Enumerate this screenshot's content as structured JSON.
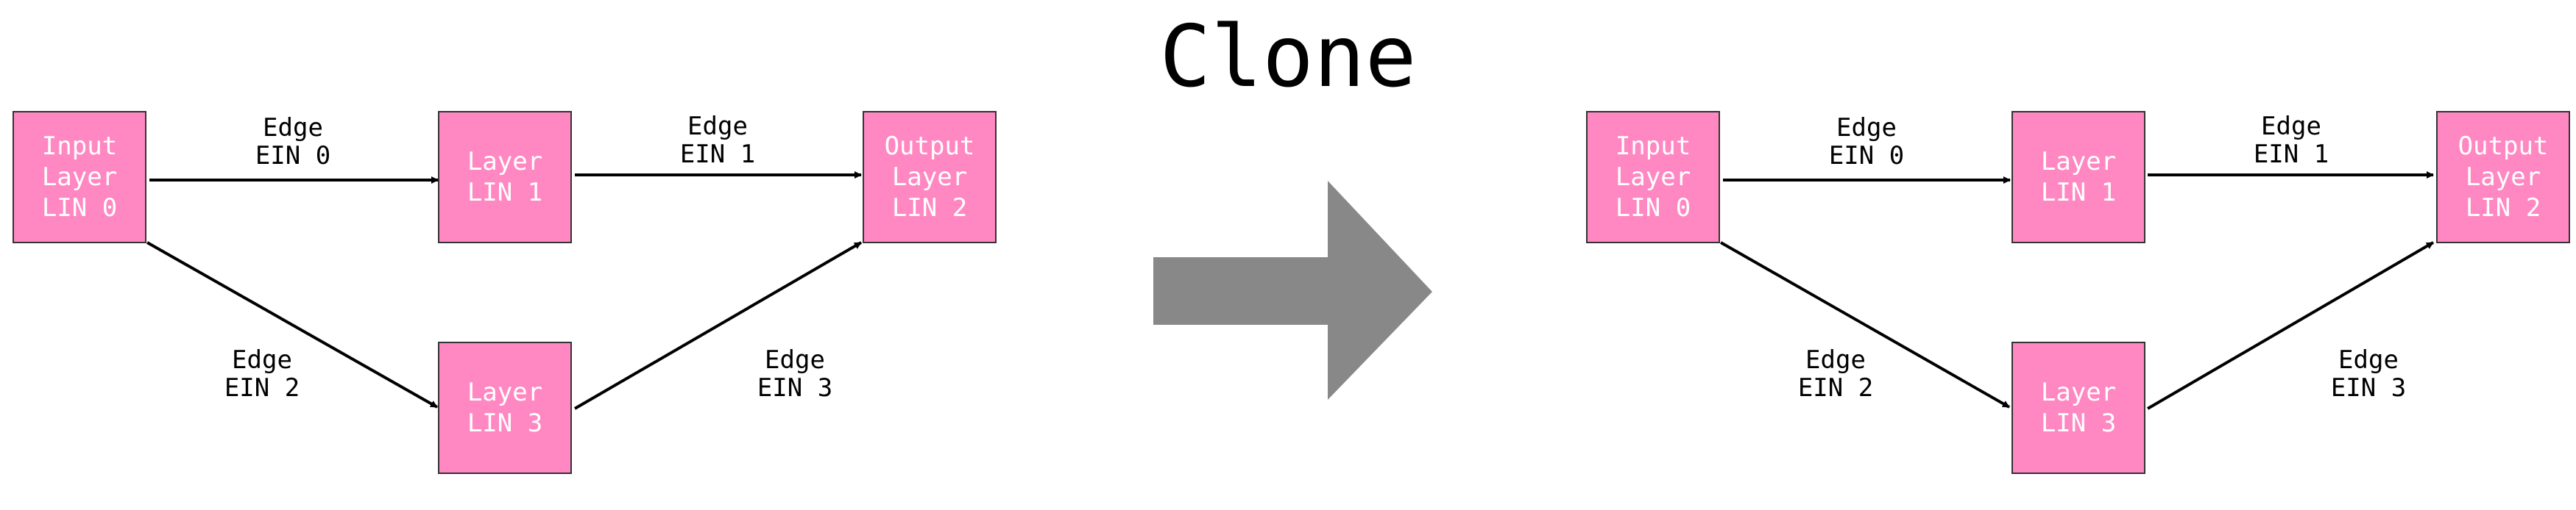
{
  "title": "Clone",
  "colors": {
    "node_fill": "#ff88c2",
    "node_text": "#ffffff",
    "arrow": "#888888",
    "edge": "#000000"
  },
  "before": {
    "nodes": [
      {
        "line1": "Input",
        "line2": "Layer",
        "line3": "LIN 0"
      },
      {
        "line1": "Layer",
        "line2": "LIN 1"
      },
      {
        "line1": "Output",
        "line2": "Layer",
        "line3": "LIN 2"
      },
      {
        "line1": "Layer",
        "line2": "LIN 3"
      }
    ],
    "edges": [
      {
        "line1": "Edge",
        "line2": "EIN 0"
      },
      {
        "line1": "Edge",
        "line2": "EIN 1"
      },
      {
        "line1": "Edge",
        "line2": "EIN 2"
      },
      {
        "line1": "Edge",
        "line2": "EIN 3"
      }
    ]
  },
  "after": {
    "nodes": [
      {
        "line1": "Input",
        "line2": "Layer",
        "line3": "LIN 0"
      },
      {
        "line1": "Layer",
        "line2": "LIN 1"
      },
      {
        "line1": "Output",
        "line2": "Layer",
        "line3": "LIN 2"
      },
      {
        "line1": "Layer",
        "line2": "LIN 3"
      }
    ],
    "edges": [
      {
        "line1": "Edge",
        "line2": "EIN 0"
      },
      {
        "line1": "Edge",
        "line2": "EIN 1"
      },
      {
        "line1": "Edge",
        "line2": "EIN 2"
      },
      {
        "line1": "Edge",
        "line2": "EIN 3"
      }
    ]
  }
}
